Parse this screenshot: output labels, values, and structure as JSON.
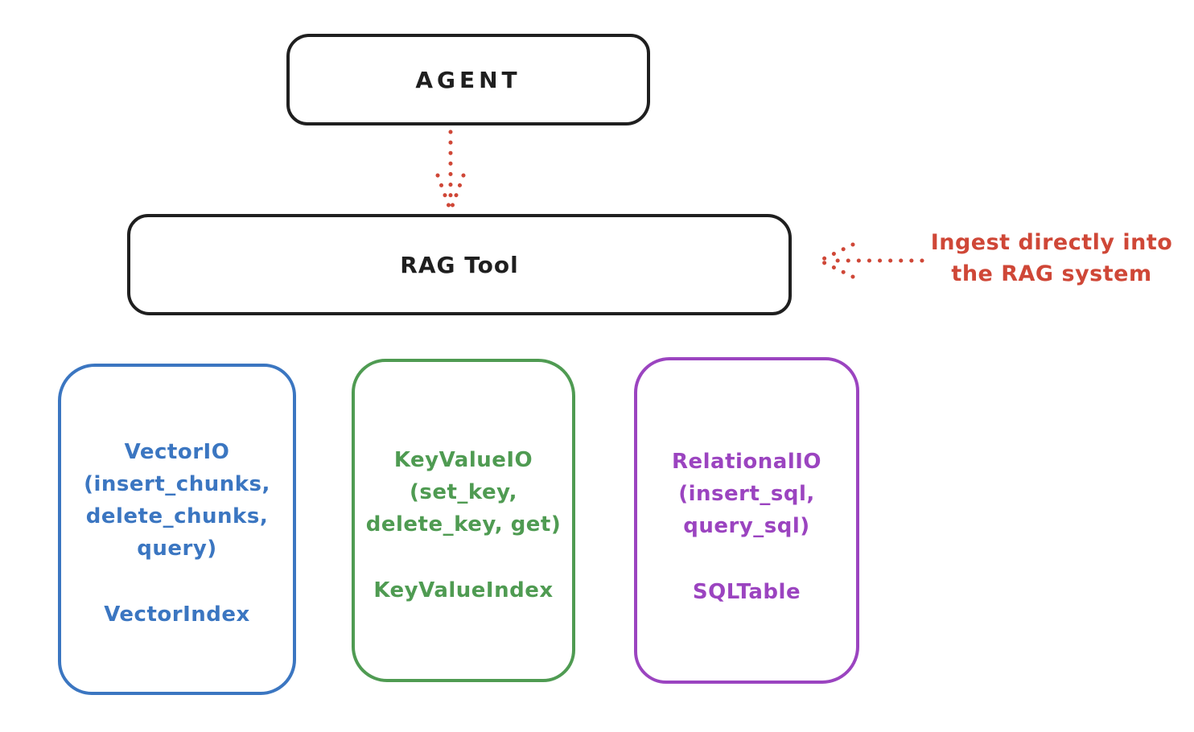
{
  "diagram": {
    "background_color": "#ffffff",
    "ink_color": "#1f1f1f",
    "nodes": {
      "agent": {
        "label": "AGENT"
      },
      "rag_tool": {
        "label": "RAG Tool"
      }
    },
    "annotation": {
      "text": "Ingest directly into\nthe RAG system",
      "color": "#cf4737"
    },
    "arrows": [
      {
        "name": "agent-to-rag-tool",
        "direction": "down",
        "style": "dotted",
        "color": "#cf4737"
      },
      {
        "name": "annotation-to-rag-tool",
        "direction": "left",
        "style": "dotted",
        "color": "#cf4737"
      }
    ],
    "cards": [
      {
        "id": "vector-io",
        "color": "#3b76c1",
        "io_label": "VectorIO\n(insert_chunks,\ndelete_chunks,\nquery)",
        "index_label": "VectorIndex"
      },
      {
        "id": "keyvalue-io",
        "color": "#4f9b52",
        "io_label": "KeyValueIO\n(set_key,\ndelete_key, get)",
        "index_label": "KeyValueIndex"
      },
      {
        "id": "relational-io",
        "color": "#9b44c0",
        "io_label": "RelationalIO\n(insert_sql,\nquery_sql)",
        "index_label": "SQLTable"
      }
    ]
  }
}
